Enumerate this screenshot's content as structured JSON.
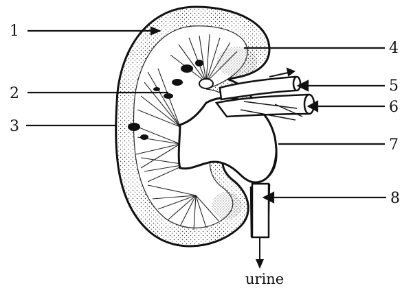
{
  "diagram": {
    "labels": {
      "l1": "1",
      "l2": "2",
      "l3": "3",
      "l4": "4",
      "l5": "5",
      "l6": "6",
      "l7": "7",
      "l8": "8"
    },
    "output_caption": "urine",
    "colors": {
      "ink": "#111111",
      "background": "#ffffff"
    }
  }
}
